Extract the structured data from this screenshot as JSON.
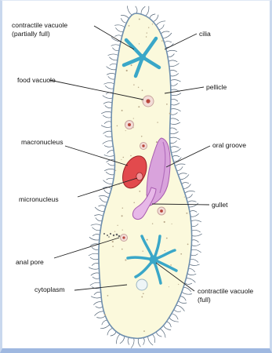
{
  "diagram": {
    "labels": {
      "contractile_vacuole_partial_line1": "contractile vacuole",
      "contractile_vacuole_partial_line2": "(partially full)",
      "cilia": "cilia",
      "food_vacuole": "food vacuole",
      "pellicle": "pellicle",
      "macronucleus": "macronucleus",
      "oral_groove": "oral groove",
      "micronucleus": "micronucleus",
      "gullet": "gullet",
      "anal_pore": "anal pore",
      "contractile_vacuole_full_line1": "contractile vacuole",
      "contractile_vacuole_full_line2": "(full)",
      "cytoplasm": "cytoplasm"
    },
    "colors": {
      "cell_fill": "#fbf9dc",
      "pellicle_stroke": "#6f8fae",
      "cilia": "#556677",
      "contractile_vacuole": "#3aa7c8",
      "macronucleus": "#e24a4d",
      "oral_groove": "#c97ad0",
      "food_vacuole": "#e9c6c0",
      "leader_line": "#222222"
    }
  }
}
